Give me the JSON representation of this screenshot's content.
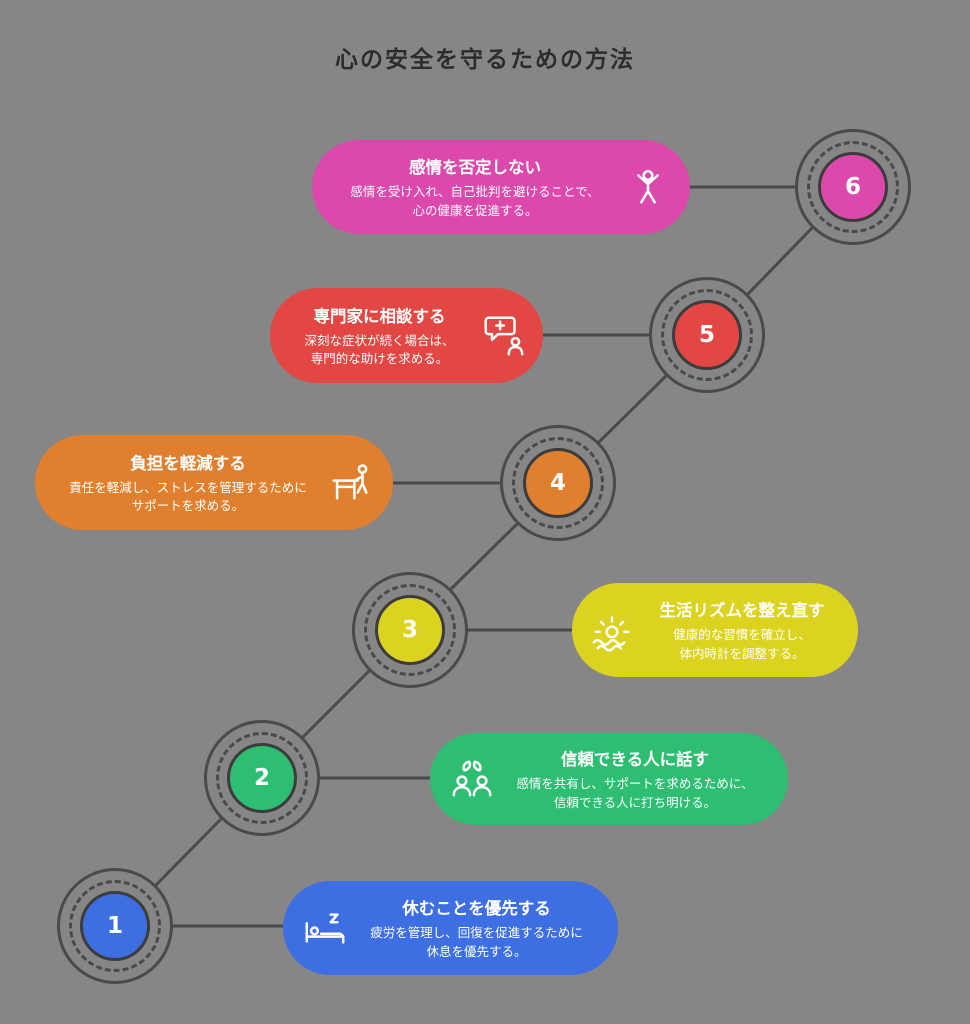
{
  "title": "心の安全を守るための方法",
  "colors": {
    "background": "#868686",
    "line": "#4a4a4a",
    "title_text": "#2d2d2d"
  },
  "steps": [
    {
      "num": "1",
      "label": "休むことを優先する",
      "desc": "疲労を管理し、回復を促進するために\n休息を優先する。",
      "color": "#3D6FE3",
      "icon": "sleeping-bed-icon"
    },
    {
      "num": "2",
      "label": "信頼できる人に話す",
      "desc": "感情を共有し、サポートを求めるために、\n信頼できる人に打ち明ける。",
      "color": "#2EBE72",
      "icon": "talking-people-icon"
    },
    {
      "num": "3",
      "label": "生活リズムを整え直す",
      "desc": "健康的な習慣を確立し、\n体内時計を調整する。",
      "color": "#DCD320",
      "icon": "sunrise-icon"
    },
    {
      "num": "4",
      "label": "負担を軽減する",
      "desc": "責任を軽減し、ストレスを管理するために\nサポートを求める。",
      "color": "#E0802E",
      "icon": "desk-person-icon"
    },
    {
      "num": "5",
      "label": "専門家に相談する",
      "desc": "深刻な症状が続く場合は、\n専門的な助けを求める。",
      "color": "#E24744",
      "icon": "medical-chat-icon"
    },
    {
      "num": "6",
      "label": "感情を否定しない",
      "desc": "感情を受け入れ、自己批判を避けることで、\n心の健康を促進する。",
      "color": "#DC48AC",
      "icon": "cheering-person-icon"
    }
  ]
}
